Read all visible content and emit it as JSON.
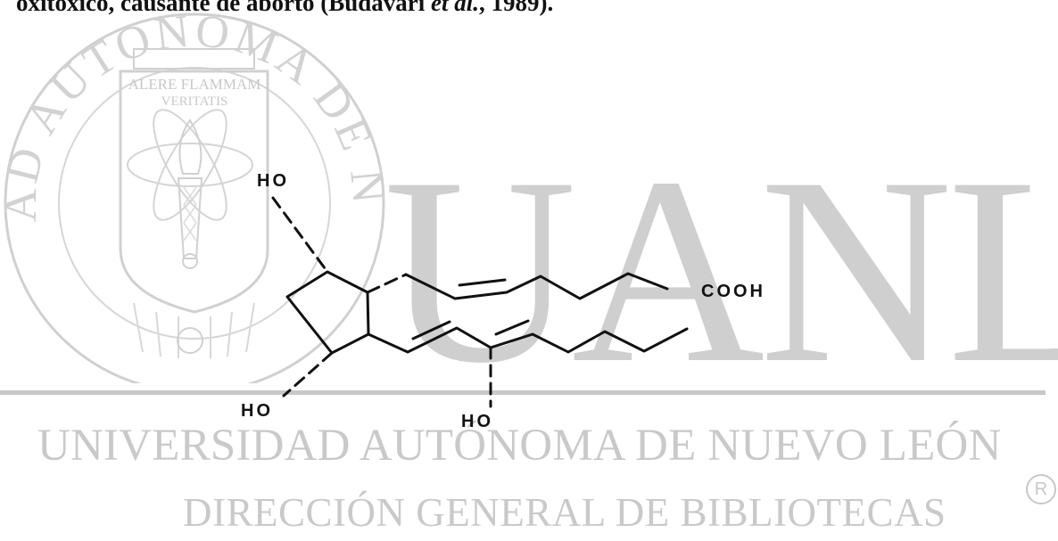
{
  "text": {
    "top_line": "oxitóxico, causante de aborto",
    "citation_author": "(Budavari ",
    "citation_etal": "et al.",
    "citation_year": ", 1989)."
  },
  "watermark": {
    "seal_top_text": "UNIVERSIDAD AUTONOMA DE NUEVO LEON",
    "seal_motto_1": "ALERE FLAMMAM",
    "seal_motto_2": "VERITATIS",
    "big_letters": "UANL",
    "line1": "UNIVERSIDAD AUTÓNOMA DE NUEVO LEÓN",
    "line2": "DIRECCIÓN GENERAL DE BIBLIOTECAS",
    "registered": "R",
    "color": "#c9c9c9"
  },
  "structure": {
    "labels": {
      "ho_top": "HO",
      "ho_bottom_left": "HO",
      "ho_bottom_mid": "HO",
      "acid": "COOH"
    }
  }
}
